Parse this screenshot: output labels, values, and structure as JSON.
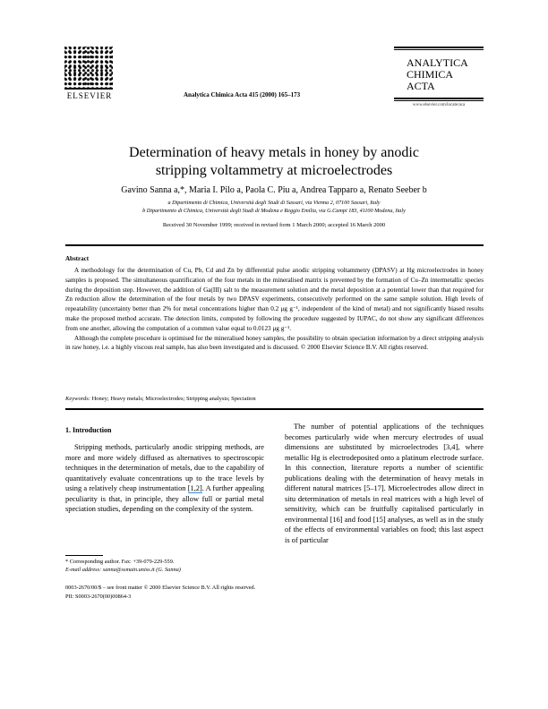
{
  "header": {
    "publisher_logo_text": "ELSEVIER",
    "journal_reference": "Analytica Chimica Acta 415 (2000) 165–173",
    "journal_brand": [
      "ANALYTICA",
      "CHIMICA",
      "ACTA"
    ],
    "journal_url": "www.elsevier.com/locate/aca"
  },
  "article": {
    "title_line1": "Determination of heavy metals in honey by anodic",
    "title_line2": "stripping voltammetry at microelectrodes",
    "authors": "Gavino Sanna a,*, Maria I. Pilo a, Paola C. Piu a, Andrea Tapparo a, Renato Seeber b",
    "affiliation_a": "a Dipartimento di Chimica, Università degli Studi di Sassari, via Vienna 2, 07100 Sassari, Italy",
    "affiliation_b": "b Dipartimento di Chimica, Università degli Studi di Modena e Reggio Emilia, via G.Campi 183, 41100 Modena, Italy",
    "received": "Received 30 November 1999; received in revised form 1 March 2000; accepted 16 March 2000"
  },
  "abstract": {
    "heading": "Abstract",
    "paragraph1": "A methodology for the determination of Cu, Pb, Cd and Zn by differential pulse anodic stripping voltammetry (DPASV) at Hg microelectrodes in honey samples is proposed. The simultaneous quantification of the four metals in the mineralised matrix is prevented by the formation of Cu–Zn intermetallic species during the deposition step. However, the addition of Ga(III) salt to the measurement solution and the metal deposition at a potential lower than that required for Zn reduction allow the determination of the four metals by two DPASV experiments, consecutively performed on the same sample solution. High levels of repeatability (uncertainty better than 2% for metal concentrations higher than 0.2 μg g⁻¹, independent of the kind of metal) and not significantly biased results make the proposed method accurate. The detection limits, computed by following the procedure suggested by IUPAC, do not show any significant differences from one another, allowing the computation of a common value equal to 0.0123 μg g⁻¹.",
    "paragraph2": "Although the complete procedure is optimised for the mineralised honey samples, the possibility to obtain speciation information by a direct stripping analysis in raw honey, i.e. a highly viscous real sample, has also been investigated and is discussed. © 2000 Elsevier Science B.V. All rights reserved.",
    "keywords_label": "Keywords:",
    "keywords": "Honey; Heavy metals; Microelectrodes; Stripping analysis; Speciation"
  },
  "introduction": {
    "heading": "1. Introduction",
    "left_text_before_ref": "Stripping methods, particularly anodic stripping methods, are more and more widely diffused as alternatives to spectroscopic techniques in the determination of metals, due to the capability of quantitatively evaluate concentrations up to the trace levels by using a relatively cheap instrumentation ",
    "left_ref": "[1,2]",
    "left_text_after_ref": ". A further appealing peculiarity is that, in principle, they allow full or partial metal speciation studies, depending on the complexity of the system.",
    "right_text": "The number of potential applications of the techniques becomes particularly wide when mercury electrodes of usual dimensions are substituted by microelectrodes [3,4], where metallic Hg is electrodeposited onto a platinum electrode surface. In this connection, literature reports a number of scientific publications dealing with the determination of heavy metals in different natural matrices [5–17]. Microelectrodes allow direct in situ determination of metals in real matrices with a high level of sensitivity, which can be fruitfully capitalised particularly in environmental [16] and food [15] analyses, as well as in the study of the effects of environmental variables on food; this last aspect is of particular"
  },
  "footnote": {
    "corresponding": "* Corresponding author. Fax: +39-079-229-559.",
    "email": "E-mail address: sanna@ssmain.uniss.it (G. Sanna)"
  },
  "copyright": {
    "line1": "0003-2670/00/$ – see front matter © 2000 Elsevier Science B.V. All rights reserved.",
    "line2": "PII: S0003-2670(00)00864-3"
  }
}
